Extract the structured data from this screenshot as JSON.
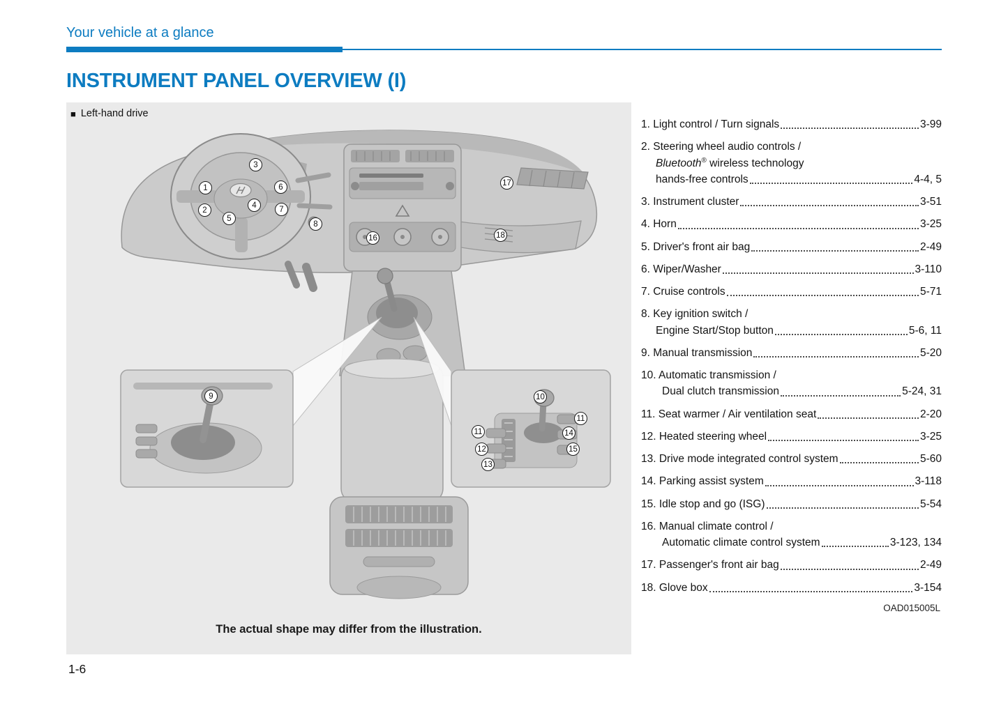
{
  "header": {
    "breadcrumb": "Your vehicle at a glance"
  },
  "title": "INSTRUMENT PANEL OVERVIEW (I)",
  "figure": {
    "variant_marker": "■",
    "variant_label": "Left-hand drive",
    "caption": "The actual shape may differ from the illustration.",
    "code": "OAD015005L",
    "callouts": [
      "1",
      "2",
      "3",
      "4",
      "5",
      "6",
      "7",
      "8",
      "16",
      "17",
      "18",
      "9",
      "10",
      "11",
      "14",
      "15",
      "11",
      "12",
      "13"
    ]
  },
  "index": {
    "items": [
      {
        "lines": [
          {
            "text": "1. Light control / Turn signals",
            "page": "3-99"
          }
        ]
      },
      {
        "lines": [
          {
            "text": "2. Steering wheel audio controls /"
          },
          {
            "italic": "Bluetooth",
            "sup": "®",
            "rest": " wireless technology"
          },
          {
            "text": "hands-free controls",
            "page": "4-4, 5"
          }
        ]
      },
      {
        "lines": [
          {
            "text": "3. Instrument cluster",
            "page": "3-51"
          }
        ]
      },
      {
        "lines": [
          {
            "text": "4. Horn",
            "page": "3-25"
          }
        ]
      },
      {
        "lines": [
          {
            "text": "5. Driver's front air bag",
            "page": "2-49"
          }
        ]
      },
      {
        "lines": [
          {
            "text": "6. Wiper/Washer",
            "page": "3-110"
          }
        ]
      },
      {
        "lines": [
          {
            "text": "7. Cruise controls",
            "page": "5-71"
          }
        ]
      },
      {
        "lines": [
          {
            "text": "8. Key ignition switch /"
          },
          {
            "text": "Engine Start/Stop button",
            "page": "5-6, 11"
          }
        ]
      },
      {
        "lines": [
          {
            "text": "9. Manual transmission",
            "page": "5-20"
          }
        ]
      },
      {
        "lines": [
          {
            "text": "10. Automatic transmission /"
          },
          {
            "text": "Dual clutch transmission",
            "page": "5-24, 31"
          }
        ]
      },
      {
        "lines": [
          {
            "text": "11. Seat warmer / Air ventilation seat",
            "page": "2-20"
          }
        ]
      },
      {
        "lines": [
          {
            "text": "12. Heated steering wheel",
            "page": "3-25"
          }
        ]
      },
      {
        "lines": [
          {
            "text": "13. Drive mode integrated control system",
            "page": "5-60"
          }
        ]
      },
      {
        "lines": [
          {
            "text": "14. Parking assist system",
            "page": "3-118"
          }
        ]
      },
      {
        "lines": [
          {
            "text": "15. Idle stop and go (ISG)",
            "page": "5-54"
          }
        ]
      },
      {
        "lines": [
          {
            "text": "16. Manual climate control /"
          },
          {
            "text": "Automatic climate control system",
            "page": "3-123, 134"
          }
        ]
      },
      {
        "lines": [
          {
            "text": "17. Passenger's front air bag",
            "page": "2-49"
          }
        ]
      },
      {
        "lines": [
          {
            "text": "18. Glove box",
            "page": "3-154"
          }
        ]
      }
    ]
  },
  "footer": {
    "page_number": "1-6"
  }
}
